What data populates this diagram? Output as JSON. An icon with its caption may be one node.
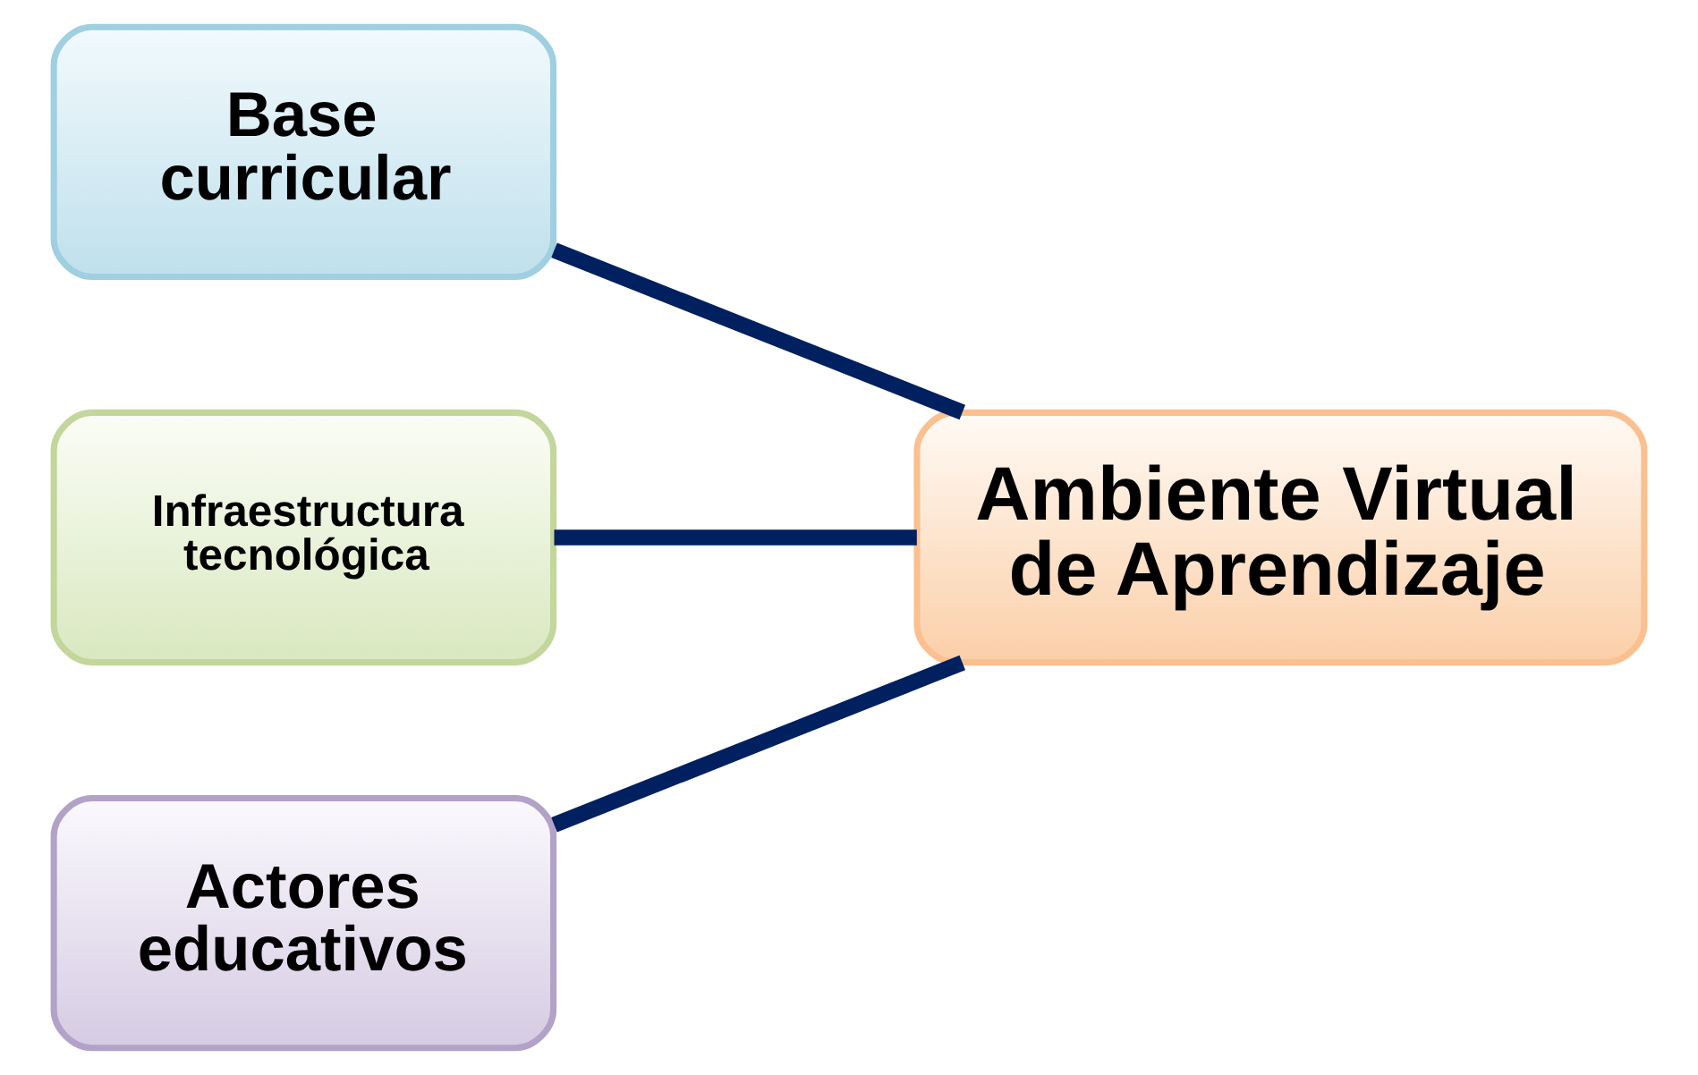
{
  "diagram": {
    "nodes": [
      {
        "text": [
          "Base curricular"
        ]
      },
      {
        "text": [
          "Infraestructura tecnológica"
        ]
      },
      {
        "text": [
          "Actores educativos"
        ]
      },
      {
        "text": [
          "Ambiente Virtual de Aprendizaje"
        ]
      }
    ],
    "edges": [
      {
        "from": 0,
        "to": 3,
        "arrow": "none"
      },
      {
        "from": 1,
        "to": 3,
        "arrow": "none"
      },
      {
        "from": 2,
        "to": 3,
        "arrow": "none"
      }
    ]
  }
}
